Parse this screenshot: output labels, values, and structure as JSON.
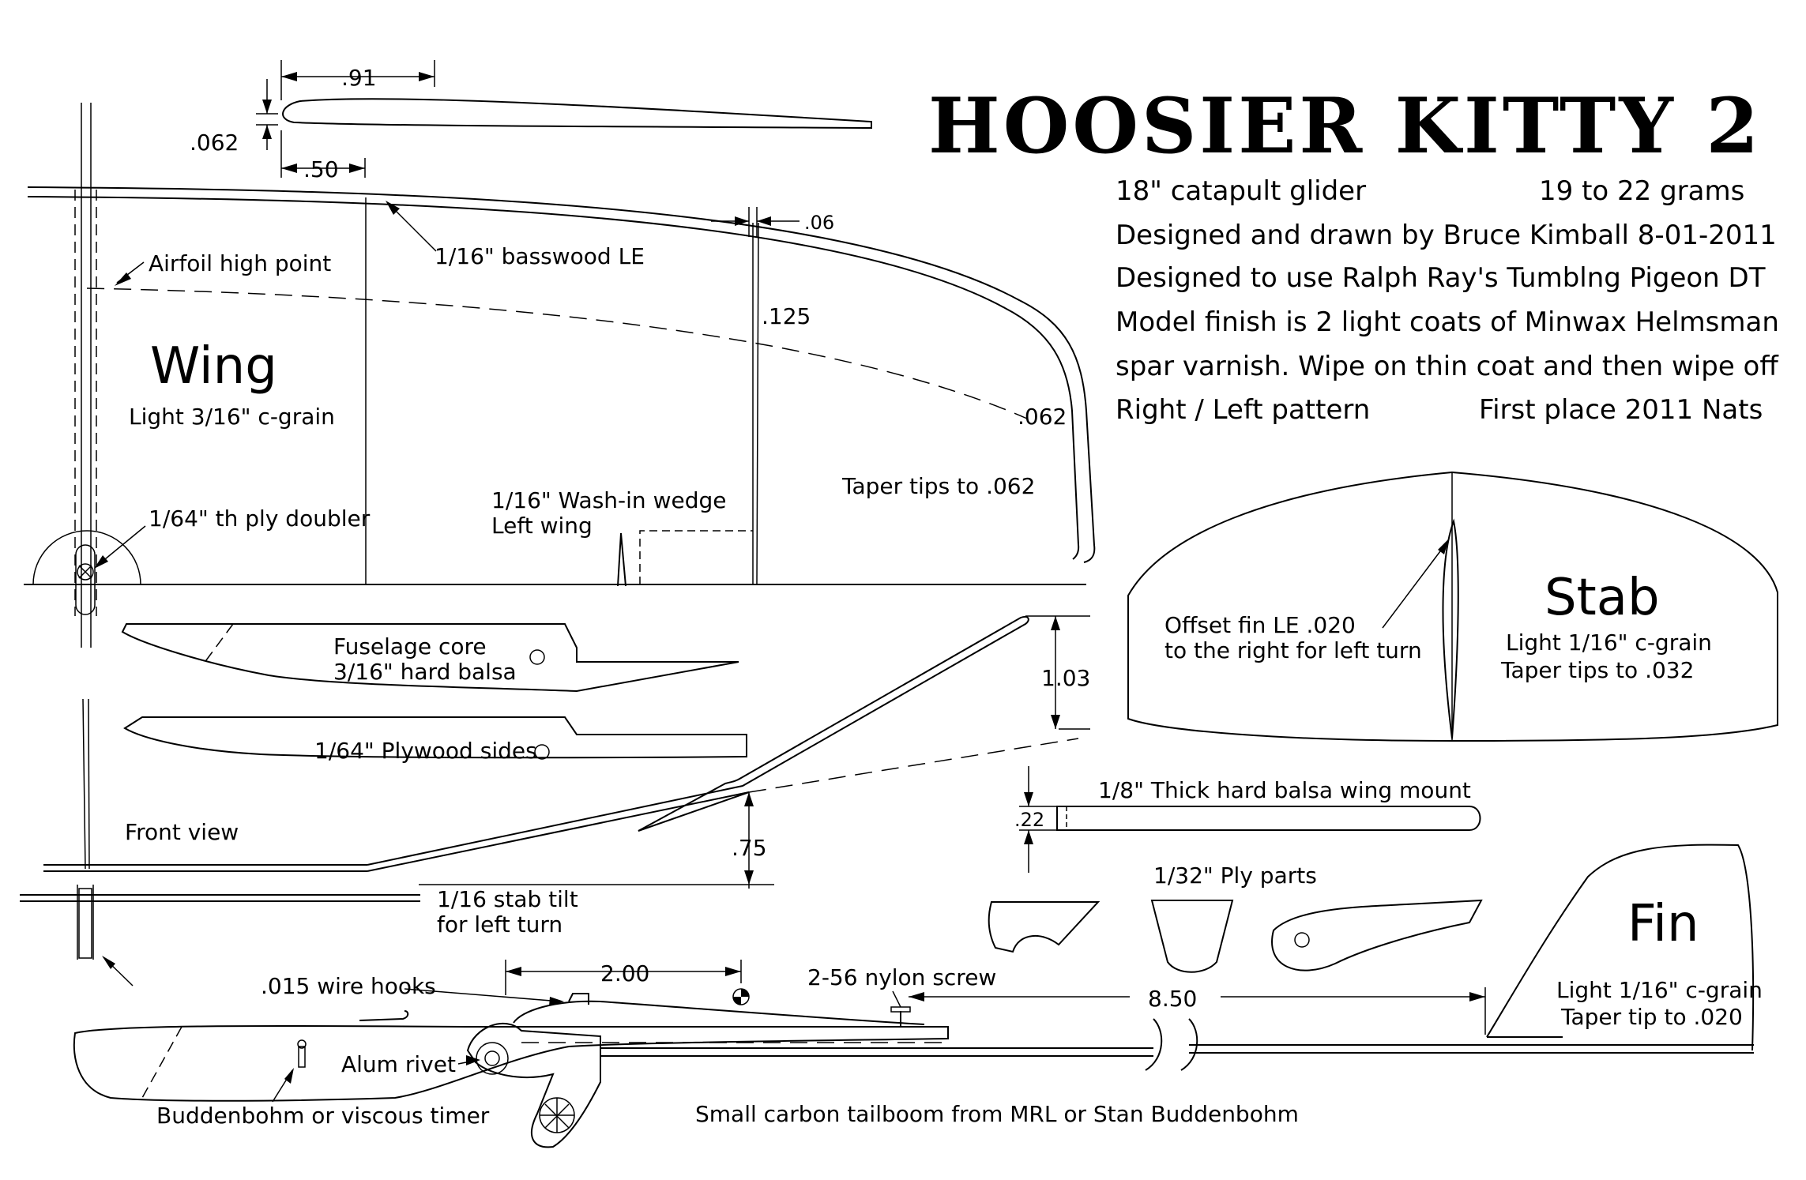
{
  "title": "HOOSIER KITTY 2",
  "notes": {
    "line1_left": "18\" catapult glider",
    "line1_right": "19 to 22 grams",
    "line2": "Designed and drawn by Bruce Kimball 8-01-2011",
    "line3": "Designed to use Ralph Ray's Tumblng Pigeon DT",
    "line4": "Model finish is 2 light coats of Minwax Helmsman",
    "line5": "spar varnish. Wipe on thin coat and then wipe off",
    "line6_left": "Right / Left pattern",
    "line6_right": "First place 2011 Nats"
  },
  "wing": {
    "name": "Wing",
    "material": "Light 3/16\" c-grain",
    "airfoil_high_point": "Airfoil high point",
    "le_label": "1/16\" basswood LE",
    "doubler": "1/64\" th ply doubler",
    "washin_1": "1/16\" Wash-in wedge",
    "washin_2": "Left wing",
    "taper": "Taper tips to .062",
    "dim_tip_thickness": ".062",
    "dim_06": ".06",
    "dim_125": ".125"
  },
  "airfoil": {
    "dim_chord_high": ".91",
    "dim_thickness": ".062",
    "dim_high_point": ".50"
  },
  "stab": {
    "name": "Stab",
    "material": "Light 1/16\" c-grain",
    "taper": "Taper tips to .032",
    "offset_1": "Offset fin LE .020",
    "offset_2": "to the right for left turn"
  },
  "fuselage": {
    "core_1": "Fuselage core",
    "core_2": "3/16\"  hard balsa",
    "sides": "1/64\" Plywood sides"
  },
  "front_view": {
    "label": "Front view",
    "dim_dihedral": "1.03",
    "dim_polyhedral": ".75",
    "stab_tilt_1": "1/16 stab tilt",
    "stab_tilt_2": "for left turn"
  },
  "wing_mount": {
    "label": "1/8\" Thick hard balsa wing mount",
    "dim": ".22"
  },
  "ply_parts": {
    "label": "1/32\" Ply parts"
  },
  "fin": {
    "name": "Fin",
    "material": "Light 1/16\" c-grain",
    "taper": "Taper tip to .020"
  },
  "side_view": {
    "wire_hooks": ".015 wire hooks",
    "dim_cg": "2.00",
    "nylon_screw": "2-56 nylon screw",
    "dim_boom": "8.50",
    "rivet": "Alum rivet",
    "timer": "Buddenbohm or viscous timer",
    "tailboom": "Small carbon tailboom from MRL or Stan Buddenbohm"
  }
}
